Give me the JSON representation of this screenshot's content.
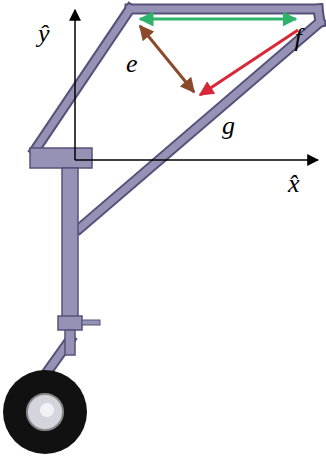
{
  "diagram": {
    "labels": [
      "ŷ",
      "x̂",
      "e⃗",
      "f⃗",
      "g⃗"
    ]
  }
}
